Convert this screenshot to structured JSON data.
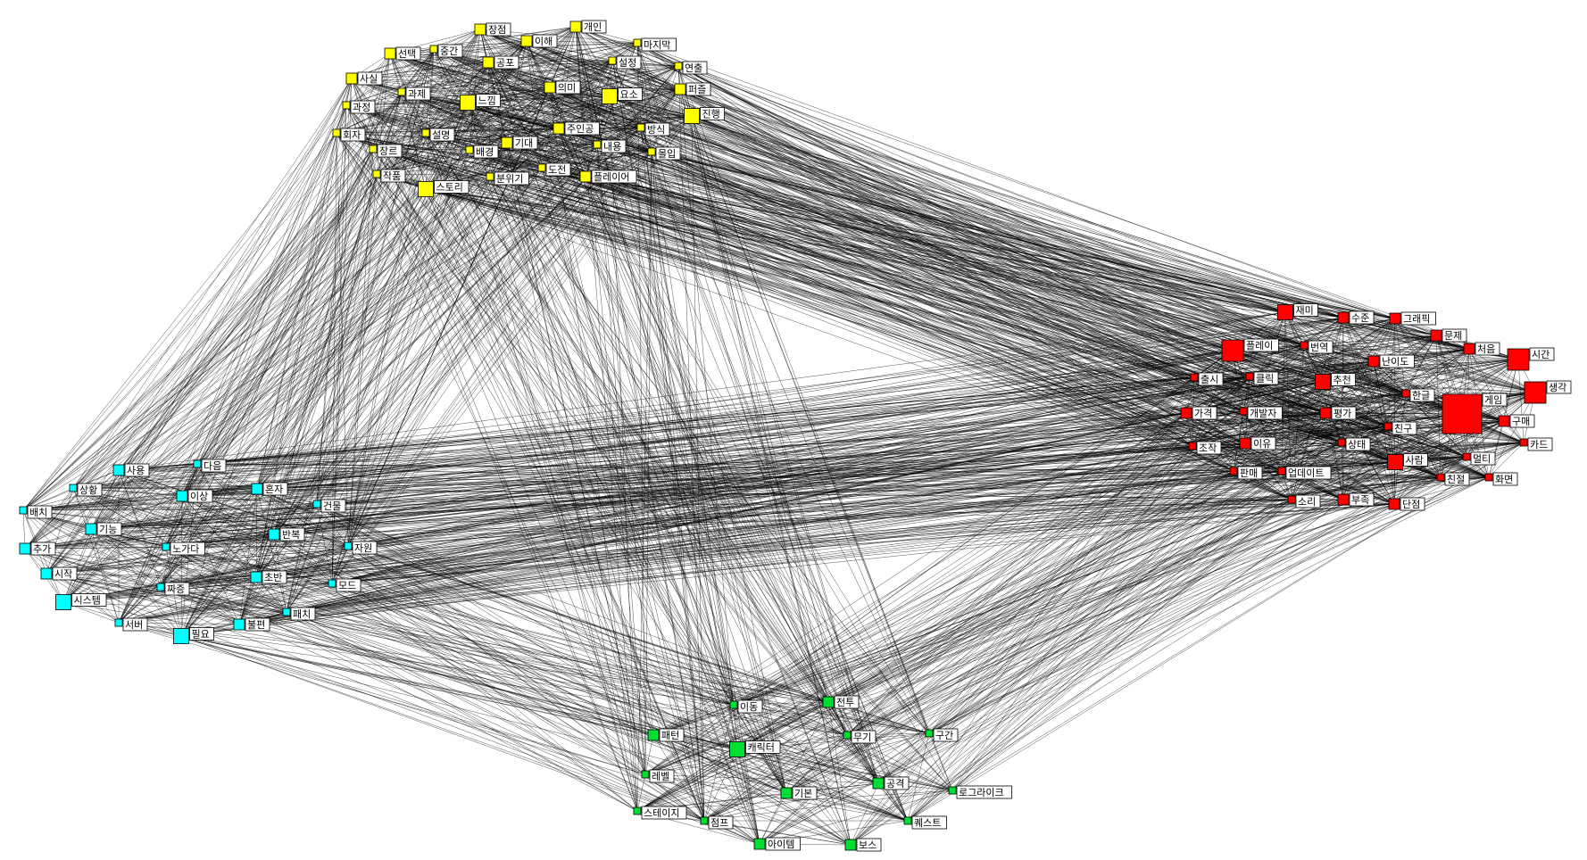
{
  "groups": {
    "yellow": {
      "color": "#ffff00"
    },
    "red": {
      "color": "#ff0000"
    },
    "cyan": {
      "color": "#00ffff"
    },
    "green": {
      "color": "#00dd33"
    }
  },
  "nodes": [
    {
      "id": "y1",
      "label": "장점",
      "group": "yellow",
      "size": 2
    },
    {
      "id": "y2",
      "label": "개인",
      "group": "yellow",
      "size": 2
    },
    {
      "id": "y3",
      "label": "이해",
      "group": "yellow",
      "size": 2
    },
    {
      "id": "y4",
      "label": "마지막",
      "group": "yellow",
      "size": 1
    },
    {
      "id": "y5",
      "label": "선택",
      "group": "yellow",
      "size": 2
    },
    {
      "id": "y6",
      "label": "중간",
      "group": "yellow",
      "size": 1
    },
    {
      "id": "y7",
      "label": "공포",
      "group": "yellow",
      "size": 2
    },
    {
      "id": "y8",
      "label": "설정",
      "group": "yellow",
      "size": 1
    },
    {
      "id": "y9",
      "label": "연출",
      "group": "yellow",
      "size": 1
    },
    {
      "id": "y10",
      "label": "사실",
      "group": "yellow",
      "size": 2
    },
    {
      "id": "y11",
      "label": "과제",
      "group": "yellow",
      "size": 1
    },
    {
      "id": "y12",
      "label": "의미",
      "group": "yellow",
      "size": 2
    },
    {
      "id": "y13",
      "label": "요소",
      "group": "yellow",
      "size": 3
    },
    {
      "id": "y14",
      "label": "퍼즐",
      "group": "yellow",
      "size": 2
    },
    {
      "id": "y15",
      "label": "느낌",
      "group": "yellow",
      "size": 3
    },
    {
      "id": "y16",
      "label": "과정",
      "group": "yellow",
      "size": 1
    },
    {
      "id": "y17",
      "label": "진행",
      "group": "yellow",
      "size": 3
    },
    {
      "id": "y18",
      "label": "주인공",
      "group": "yellow",
      "size": 2
    },
    {
      "id": "y19",
      "label": "방식",
      "group": "yellow",
      "size": 1
    },
    {
      "id": "y20",
      "label": "회자",
      "group": "yellow",
      "size": 1
    },
    {
      "id": "y21",
      "label": "설명",
      "group": "yellow",
      "size": 1
    },
    {
      "id": "y22",
      "label": "기대",
      "group": "yellow",
      "size": 2
    },
    {
      "id": "y23",
      "label": "배경",
      "group": "yellow",
      "size": 1
    },
    {
      "id": "y24",
      "label": "내용",
      "group": "yellow",
      "size": 1
    },
    {
      "id": "y25",
      "label": "몰입",
      "group": "yellow",
      "size": 1
    },
    {
      "id": "y26",
      "label": "장르",
      "group": "yellow",
      "size": 1
    },
    {
      "id": "y27",
      "label": "도전",
      "group": "yellow",
      "size": 1
    },
    {
      "id": "y28",
      "label": "작품",
      "group": "yellow",
      "size": 1
    },
    {
      "id": "y29",
      "label": "분위기",
      "group": "yellow",
      "size": 1
    },
    {
      "id": "y30",
      "label": "플레이어",
      "group": "yellow",
      "size": 2
    },
    {
      "id": "y31",
      "label": "스토리",
      "group": "yellow",
      "size": 3
    },
    {
      "id": "r1",
      "label": "재미",
      "group": "red",
      "size": 3
    },
    {
      "id": "r2",
      "label": "수준",
      "group": "red",
      "size": 2
    },
    {
      "id": "r3",
      "label": "그래픽",
      "group": "red",
      "size": 2
    },
    {
      "id": "r4",
      "label": "문제",
      "group": "red",
      "size": 2
    },
    {
      "id": "r5",
      "label": "플레이",
      "group": "red",
      "size": 4
    },
    {
      "id": "r6",
      "label": "번역",
      "group": "red",
      "size": 1
    },
    {
      "id": "r7",
      "label": "처음",
      "group": "red",
      "size": 2
    },
    {
      "id": "r8",
      "label": "시간",
      "group": "red",
      "size": 4
    },
    {
      "id": "r9",
      "label": "난이도",
      "group": "red",
      "size": 2
    },
    {
      "id": "r10",
      "label": "출시",
      "group": "red",
      "size": 1
    },
    {
      "id": "r11",
      "label": "클릭",
      "group": "red",
      "size": 1
    },
    {
      "id": "r12",
      "label": "추천",
      "group": "red",
      "size": 3
    },
    {
      "id": "r13",
      "label": "생각",
      "group": "red",
      "size": 4
    },
    {
      "id": "r14",
      "label": "한글",
      "group": "red",
      "size": 1
    },
    {
      "id": "r15",
      "label": "게임",
      "group": "red",
      "size": 6
    },
    {
      "id": "r16",
      "label": "가격",
      "group": "red",
      "size": 2
    },
    {
      "id": "r17",
      "label": "개발자",
      "group": "red",
      "size": 1
    },
    {
      "id": "r18",
      "label": "평가",
      "group": "red",
      "size": 2
    },
    {
      "id": "r19",
      "label": "구매",
      "group": "red",
      "size": 2
    },
    {
      "id": "r20",
      "label": "친구",
      "group": "red",
      "size": 1
    },
    {
      "id": "r21",
      "label": "카드",
      "group": "red",
      "size": 1
    },
    {
      "id": "r22",
      "label": "조작",
      "group": "red",
      "size": 1
    },
    {
      "id": "r23",
      "label": "이유",
      "group": "red",
      "size": 2
    },
    {
      "id": "r24",
      "label": "상태",
      "group": "red",
      "size": 1
    },
    {
      "id": "r25",
      "label": "사람",
      "group": "red",
      "size": 3
    },
    {
      "id": "r26",
      "label": "멀티",
      "group": "red",
      "size": 1
    },
    {
      "id": "r27",
      "label": "판매",
      "group": "red",
      "size": 1
    },
    {
      "id": "r28",
      "label": "업데이트",
      "group": "red",
      "size": 1
    },
    {
      "id": "r29",
      "label": "친절",
      "group": "red",
      "size": 1
    },
    {
      "id": "r30",
      "label": "화면",
      "group": "red",
      "size": 1
    },
    {
      "id": "r31",
      "label": "소리",
      "group": "red",
      "size": 1
    },
    {
      "id": "r32",
      "label": "부족",
      "group": "red",
      "size": 2
    },
    {
      "id": "r33",
      "label": "단점",
      "group": "red",
      "size": 2
    },
    {
      "id": "c1",
      "label": "다음",
      "group": "cyan",
      "size": 1
    },
    {
      "id": "c2",
      "label": "사용",
      "group": "cyan",
      "size": 2
    },
    {
      "id": "c3",
      "label": "상황",
      "group": "cyan",
      "size": 1
    },
    {
      "id": "c4",
      "label": "이상",
      "group": "cyan",
      "size": 2
    },
    {
      "id": "c5",
      "label": "혼자",
      "group": "cyan",
      "size": 2
    },
    {
      "id": "c6",
      "label": "건물",
      "group": "cyan",
      "size": 1
    },
    {
      "id": "c7",
      "label": "배치",
      "group": "cyan",
      "size": 1
    },
    {
      "id": "c8",
      "label": "기능",
      "group": "cyan",
      "size": 2
    },
    {
      "id": "c9",
      "label": "반복",
      "group": "cyan",
      "size": 2
    },
    {
      "id": "c10",
      "label": "노가다",
      "group": "cyan",
      "size": 1
    },
    {
      "id": "c11",
      "label": "자원",
      "group": "cyan",
      "size": 1
    },
    {
      "id": "c12",
      "label": "추가",
      "group": "cyan",
      "size": 2
    },
    {
      "id": "c13",
      "label": "시작",
      "group": "cyan",
      "size": 2
    },
    {
      "id": "c14",
      "label": "초반",
      "group": "cyan",
      "size": 2
    },
    {
      "id": "c15",
      "label": "짜증",
      "group": "cyan",
      "size": 1
    },
    {
      "id": "c16",
      "label": "모드",
      "group": "cyan",
      "size": 1
    },
    {
      "id": "c17",
      "label": "시스템",
      "group": "cyan",
      "size": 3
    },
    {
      "id": "c18",
      "label": "패치",
      "group": "cyan",
      "size": 1
    },
    {
      "id": "c19",
      "label": "서버",
      "group": "cyan",
      "size": 1
    },
    {
      "id": "c20",
      "label": "불편",
      "group": "cyan",
      "size": 2
    },
    {
      "id": "c21",
      "label": "필요",
      "group": "cyan",
      "size": 3
    },
    {
      "id": "g1",
      "label": "이동",
      "group": "green",
      "size": 1
    },
    {
      "id": "g2",
      "label": "전투",
      "group": "green",
      "size": 2
    },
    {
      "id": "g3",
      "label": "패턴",
      "group": "green",
      "size": 2
    },
    {
      "id": "g4",
      "label": "무기",
      "group": "green",
      "size": 1
    },
    {
      "id": "g5",
      "label": "구간",
      "group": "green",
      "size": 1
    },
    {
      "id": "g6",
      "label": "캐릭터",
      "group": "green",
      "size": 3
    },
    {
      "id": "g7",
      "label": "레벨",
      "group": "green",
      "size": 1
    },
    {
      "id": "g8",
      "label": "기본",
      "group": "green",
      "size": 2
    },
    {
      "id": "g9",
      "label": "공격",
      "group": "green",
      "size": 2
    },
    {
      "id": "g10",
      "label": "로그라이크",
      "group": "green",
      "size": 1
    },
    {
      "id": "g11",
      "label": "스테이지",
      "group": "green",
      "size": 1
    },
    {
      "id": "g12",
      "label": "점프",
      "group": "green",
      "size": 1
    },
    {
      "id": "g13",
      "label": "퀘스트",
      "group": "green",
      "size": 1
    },
    {
      "id": "g14",
      "label": "아이템",
      "group": "green",
      "size": 2
    },
    {
      "id": "g15",
      "label": "보스",
      "group": "green",
      "size": 2
    }
  ]
}
